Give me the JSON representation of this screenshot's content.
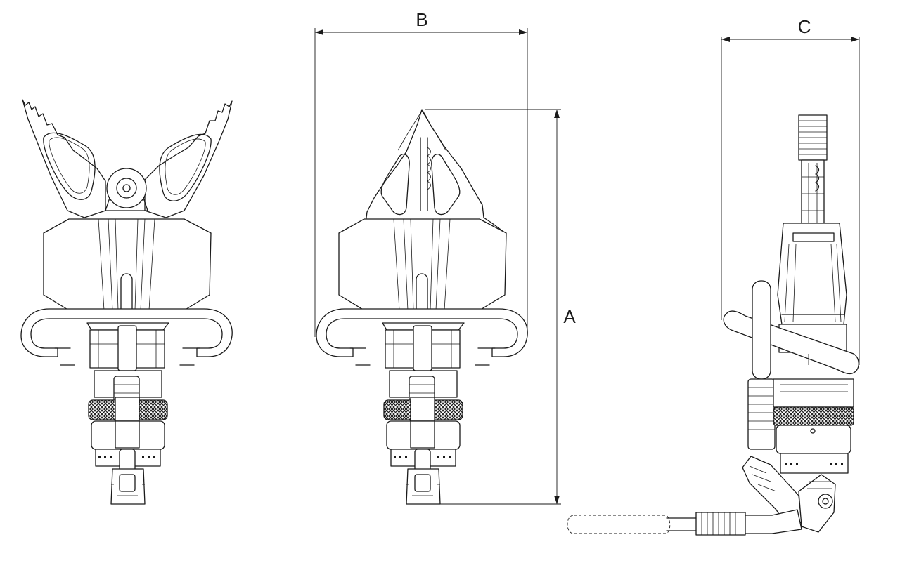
{
  "dimension_labels": {
    "a": "A",
    "b": "B",
    "c": "C"
  },
  "views": [
    "front-open",
    "front-closed",
    "side"
  ],
  "colors": {
    "line": "#1a1a1a",
    "background": "#ffffff"
  }
}
